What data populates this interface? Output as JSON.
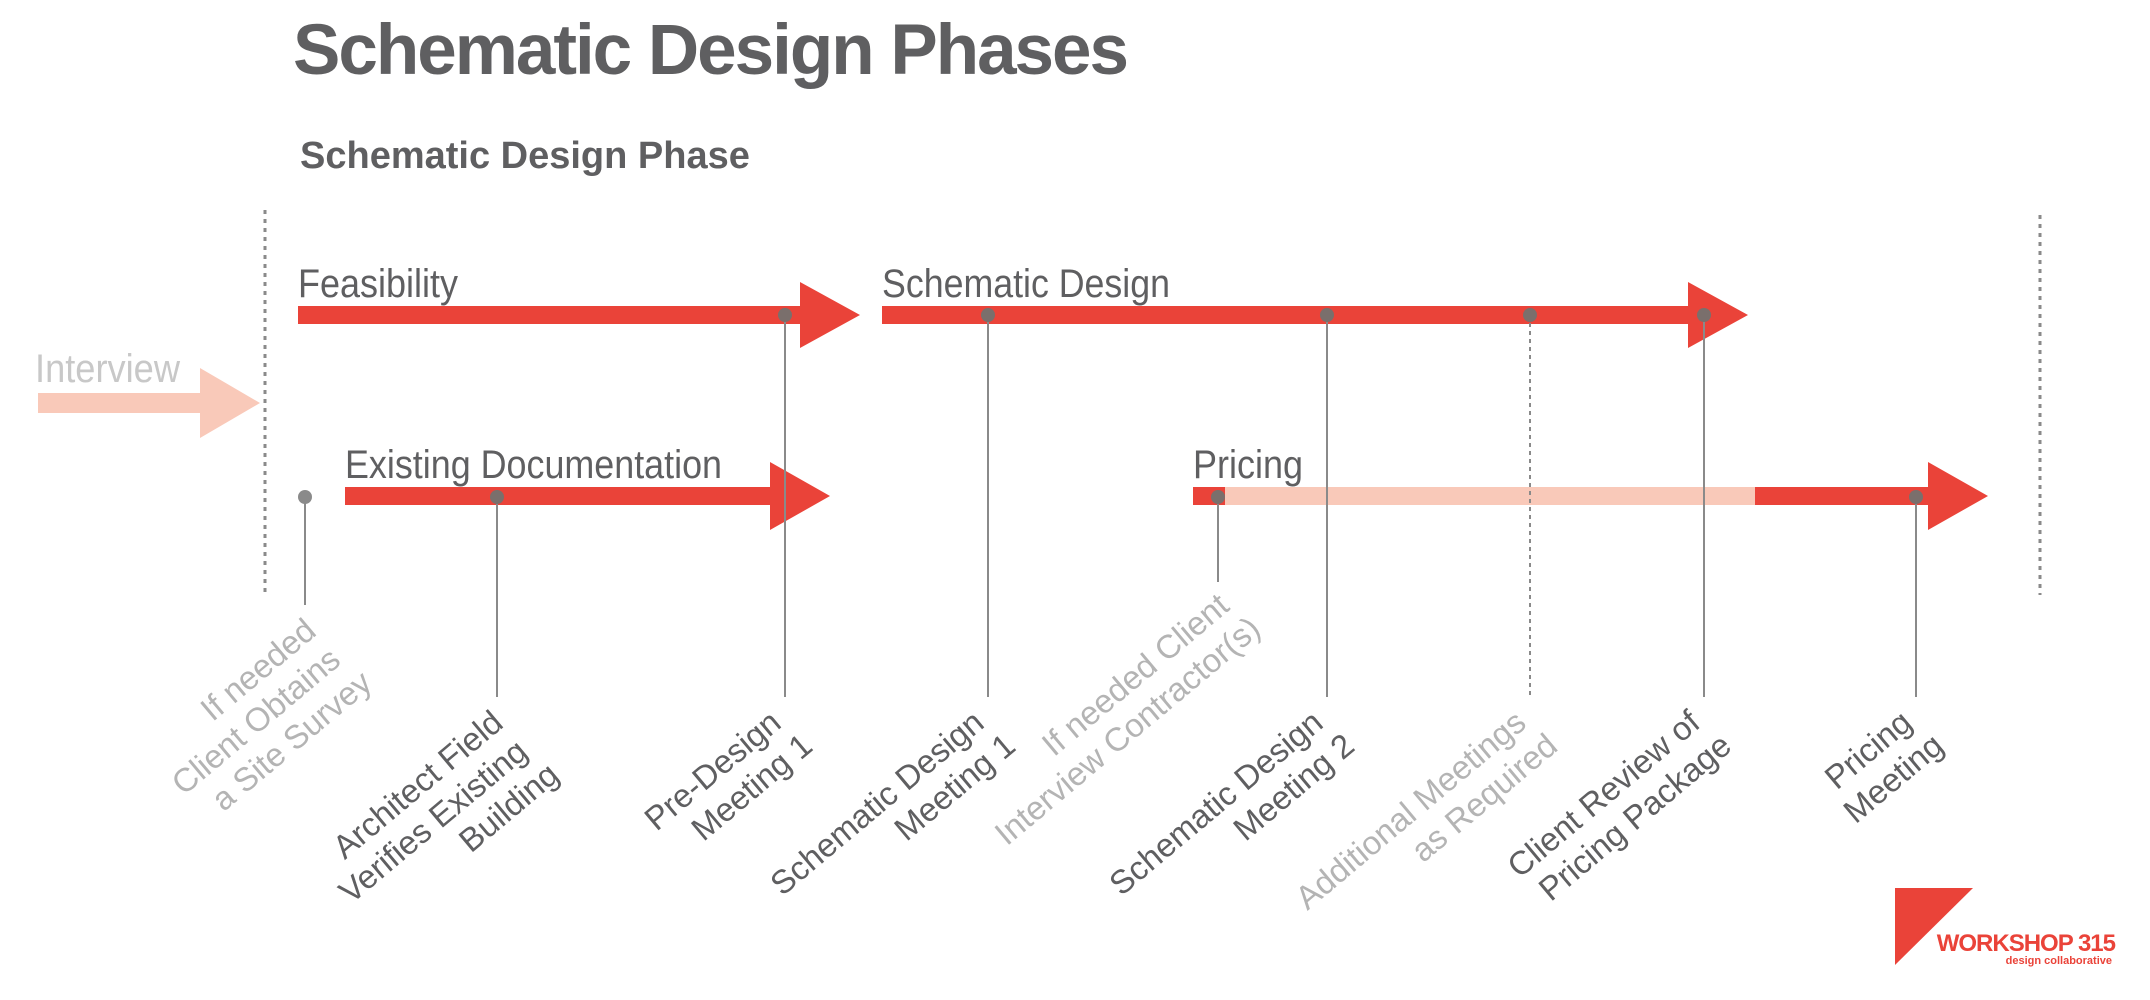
{
  "title": "Schematic Design Phases",
  "subtitle": "Schematic Design Phase",
  "colors": {
    "accent": "#ea4339",
    "accent_light": "#f9c9b9",
    "text_dark": "#5f5f61",
    "text_light": "#b4b4b4",
    "line": "#8a8a8a",
    "dot": "#7a6f6c"
  },
  "phases": {
    "interview": "Interview",
    "feasibility": "Feasibility",
    "schematic_design": "Schematic Design",
    "existing_documentation": "Existing Documentation",
    "pricing": "Pricing"
  },
  "milestones": {
    "site_survey": [
      "If needed",
      "Client Obtains",
      "a Site Survey"
    ],
    "architect_field": [
      "Architect Field",
      "Verifies Existing",
      "Building"
    ],
    "pre_design": [
      "Pre-Design",
      "Meeting 1"
    ],
    "sd_meeting_1": [
      "Schematic Design",
      "Meeting 1"
    ],
    "interview_contractors": [
      "If needed Client",
      "Interview Contractor(s)"
    ],
    "sd_meeting_2": [
      "Schematic Design",
      "Meeting 2"
    ],
    "additional_meetings": [
      "Additional Meetings",
      "as Required"
    ],
    "client_review": [
      "Client Review of",
      "Pricing Package"
    ],
    "pricing_meeting": [
      "Pricing",
      "Meeting"
    ]
  },
  "logo": {
    "name": "WORKSHOP 315",
    "tagline": "design collaborative"
  }
}
